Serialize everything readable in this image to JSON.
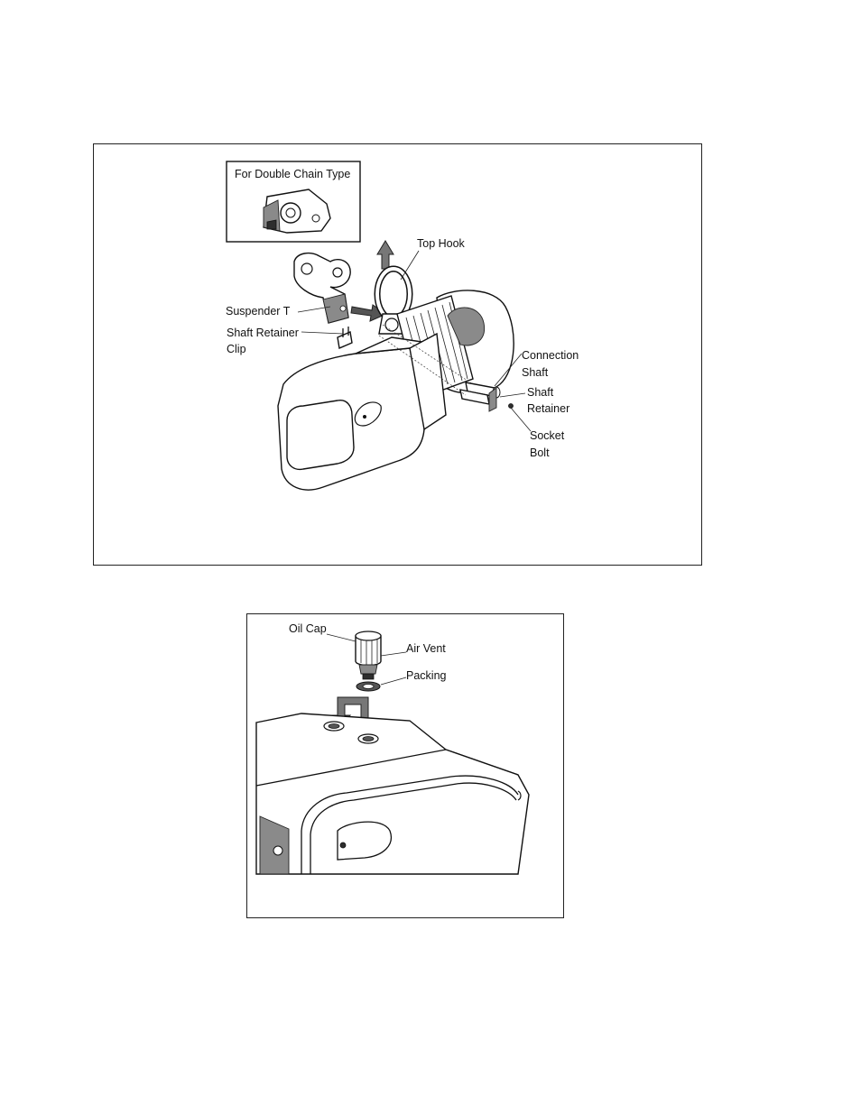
{
  "figure_top": {
    "inset_title": "For Double Chain Type",
    "labels": {
      "top_hook": "Top Hook",
      "suspender_t": "Suspender T",
      "shaft_retainer_clip_line1": "Shaft Retainer",
      "shaft_retainer_clip_line2": "Clip",
      "connection_shaft_line1": "Connection",
      "connection_shaft_line2": "Shaft",
      "shaft_retainer_line1": "Shaft",
      "shaft_retainer_line2": "Retainer",
      "socket_bolt_line1": "Socket",
      "socket_bolt_line2": "Bolt"
    }
  },
  "figure_bottom": {
    "labels": {
      "oil_cap": "Oil Cap",
      "air_vent": "Air Vent",
      "packing": "Packing"
    }
  }
}
